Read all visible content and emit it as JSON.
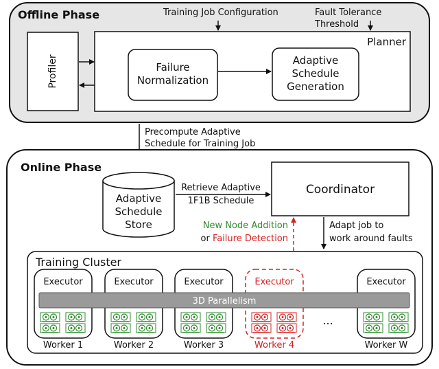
{
  "offline": {
    "title": "Offline Phase",
    "training_job_config": "Training Job Configuration",
    "fault_tolerance_line1": "Fault Tolerance",
    "fault_tolerance_line2": "Threshold",
    "profiler": "Profiler",
    "planner": "Planner",
    "failure_norm_line1": "Failure",
    "failure_norm_line2": "Normalization",
    "adaptive_gen_line1": "Adaptive",
    "adaptive_gen_line2": "Schedule",
    "adaptive_gen_line3": "Generation"
  },
  "precompute_line1": "Precompute Adaptive",
  "precompute_line2": "Schedule for Training Job",
  "online": {
    "title": "Online Phase",
    "store_line1": "Adaptive",
    "store_line2": "Schedule",
    "store_line3": "Store",
    "retrieve_line1": "Retrieve Adaptive",
    "retrieve_line2": "1F1B Schedule",
    "coordinator": "Coordinator",
    "new_node": "New Node Addition",
    "or_text": "or",
    "failure_detection": "Failure Detection",
    "adapt_line1": "Adapt job to",
    "adapt_line2": "work around faults",
    "cluster_title": "Training Cluster",
    "executor": "Executor",
    "parallelism": "3D Parallelism",
    "ellipsis": "...",
    "workers": [
      "Worker 1",
      "Worker 2",
      "Worker 3",
      "Worker 4",
      "Worker W"
    ]
  },
  "colors": {
    "green": "#2e8b2e",
    "red": "#d42020",
    "offline_bg": "#e6e6e6",
    "bar": "#9a9a9a"
  }
}
